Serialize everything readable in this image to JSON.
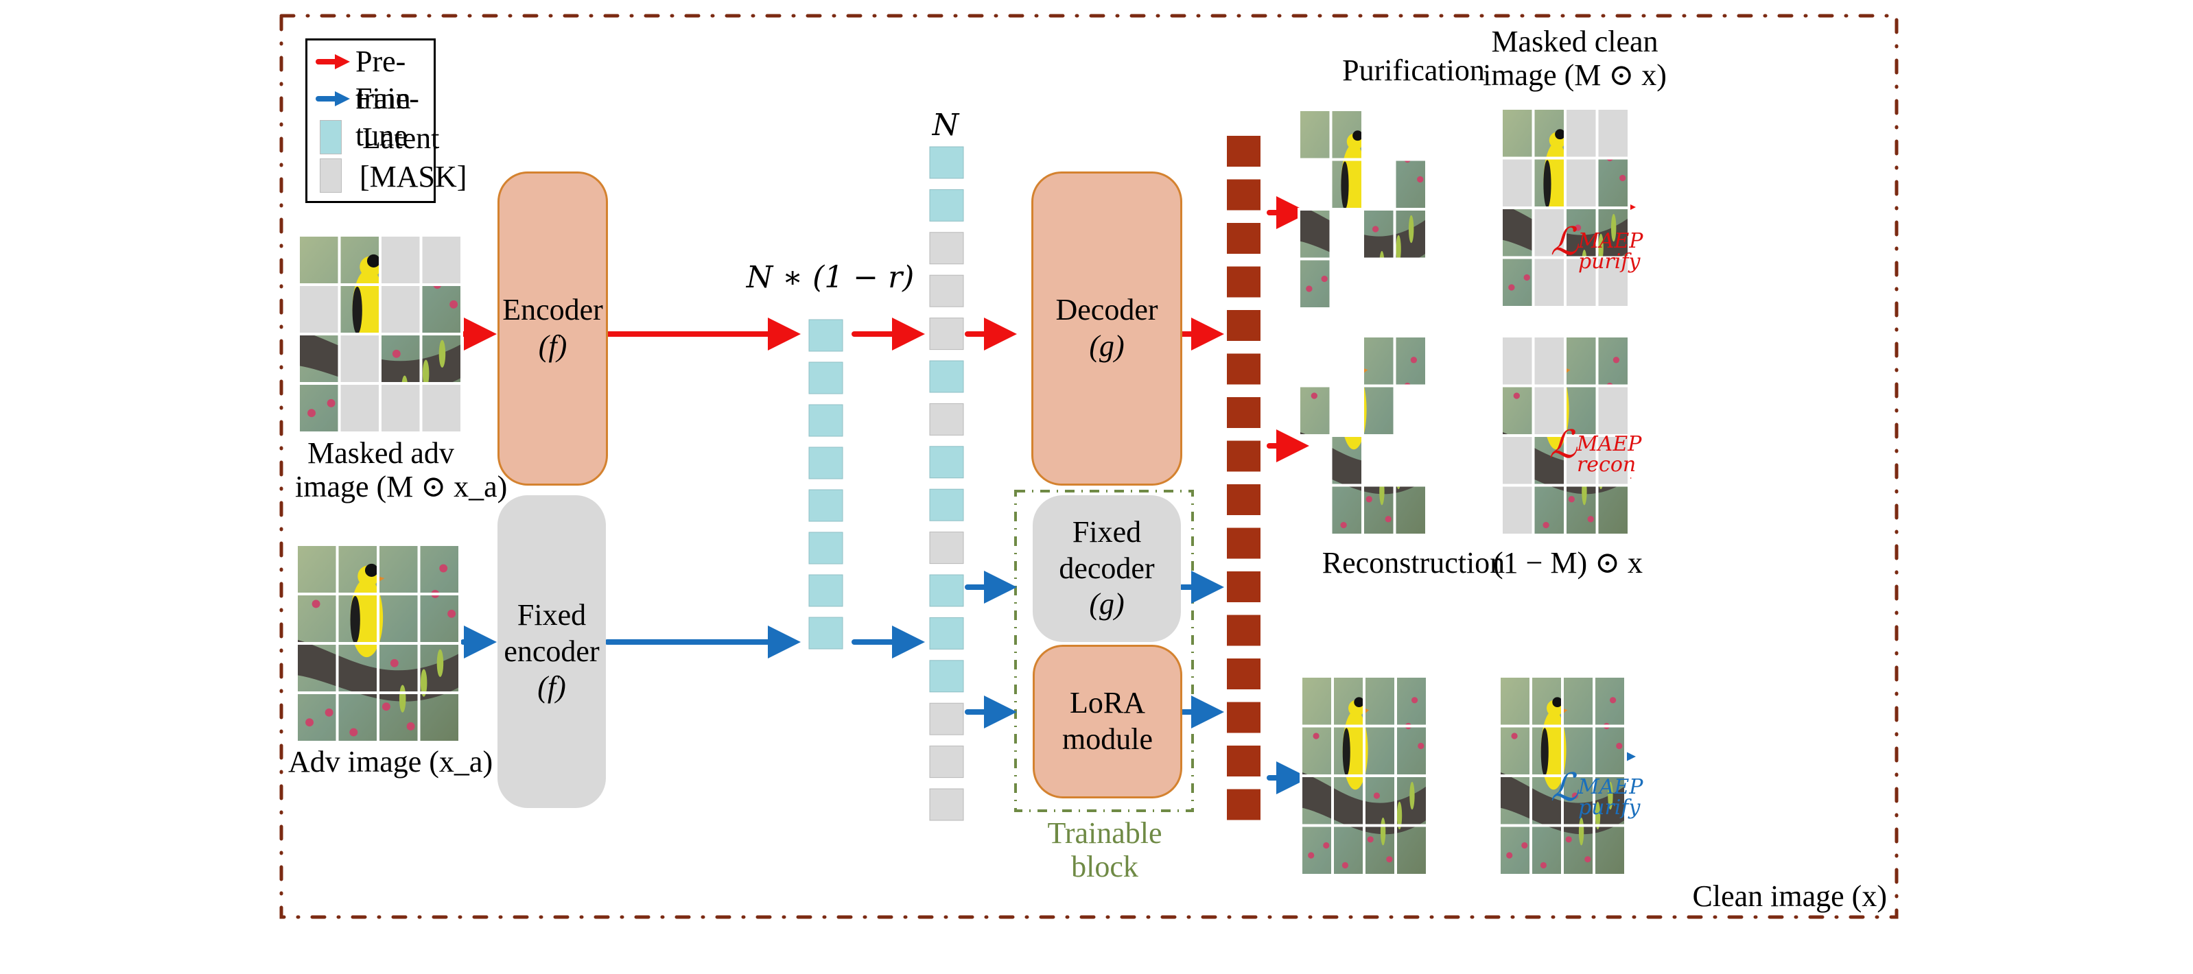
{
  "legend": {
    "items": [
      {
        "label": "Pre-train",
        "kind": "arrow",
        "color": "#ee1111"
      },
      {
        "label": "Fine-tune",
        "kind": "arrow",
        "color": "#1a6fbd"
      },
      {
        "label": "Latent",
        "kind": "swatch",
        "color": "#a8dbe0"
      },
      {
        "label": "[MASK]",
        "kind": "swatch",
        "color": "#d9d9d9"
      }
    ]
  },
  "colors": {
    "pretrain": "#ee1111",
    "finetune": "#1a6fbd",
    "latent": "#a8dbe0",
    "mask": "#d9d9d9",
    "output_token": "#a33112",
    "module_trainable": "#ebb9a1",
    "module_trainable_border": "#d4822f",
    "module_fixed": "#d9d9d9",
    "outer_border": "#7b2a12",
    "trainable_block": "#6f8a45",
    "loss_pretrain": "#e01010",
    "loss_finetune": "#1a6fbd"
  },
  "inputs": {
    "masked_adv_caption": [
      "Masked adv",
      "image (M ⊙ x_a)"
    ],
    "adv_caption": "Adv image (x_a)"
  },
  "modules": {
    "encoder": [
      "Encoder",
      "(f)"
    ],
    "fixed_encoder": [
      "Fixed",
      "encoder",
      "(f)"
    ],
    "decoder": [
      "Decoder",
      "(g)"
    ],
    "fixed_decoder": [
      "Fixed",
      "decoder",
      "(g)"
    ],
    "lora": [
      "LoRA",
      "module"
    ],
    "trainable_block_label": [
      "Trainable",
      "block"
    ]
  },
  "tokens": {
    "visible_label": "N ∗ (1 − r)",
    "visible_count": 8,
    "full_label": "N",
    "full_sequence": [
      "latent",
      "latent",
      "mask",
      "mask",
      "mask",
      "latent",
      "mask",
      "latent",
      "latent",
      "mask",
      "latent",
      "latent",
      "latent",
      "mask",
      "mask",
      "mask"
    ],
    "output_count": 16
  },
  "patch_mask": {
    "grid": 4,
    "visible": [
      1,
      1,
      0,
      0,
      0,
      1,
      0,
      1,
      1,
      0,
      1,
      1,
      1,
      0,
      0,
      0
    ]
  },
  "outputs": {
    "purification_label": "Purification",
    "reconstruction_label": "Reconstruction",
    "masked_clean_caption": [
      "Masked clean",
      "image (M ⊙ x)"
    ],
    "complement_caption": "(1 − M) ⊙ x",
    "clean_caption": "Clean image (x)"
  },
  "losses": {
    "purify_pretrain": {
      "symbol": "ℒ",
      "sup": "MAEP",
      "sub": "purify"
    },
    "recon_pretrain": {
      "symbol": "ℒ",
      "sup": "MAEP",
      "sub": "recon"
    },
    "purify_finetune": {
      "symbol": "ℒ",
      "sup": "MAEP",
      "sub": "purify"
    }
  }
}
